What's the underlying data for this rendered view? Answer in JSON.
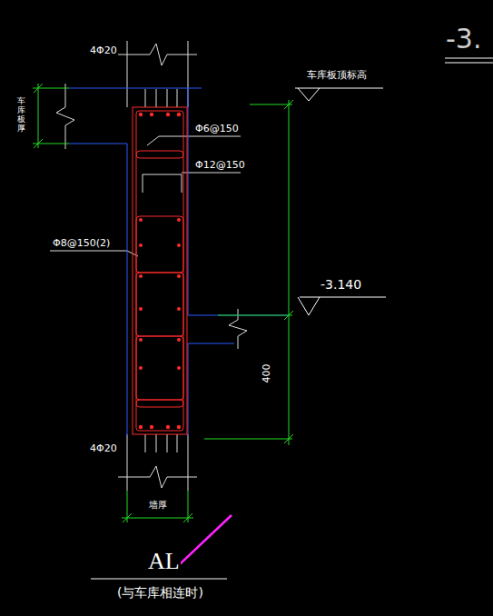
{
  "diagram": {
    "labels": [
      "-3.",
      "4Φ20",
      "车库板顶标高",
      "车库板厚",
      "Φ6@150",
      "Φ12@150",
      "Φ8@150(2)",
      "-3.140",
      "400",
      "4Φ20",
      "墙厚",
      "AL",
      "(与车库相连时)"
    ]
  }
}
